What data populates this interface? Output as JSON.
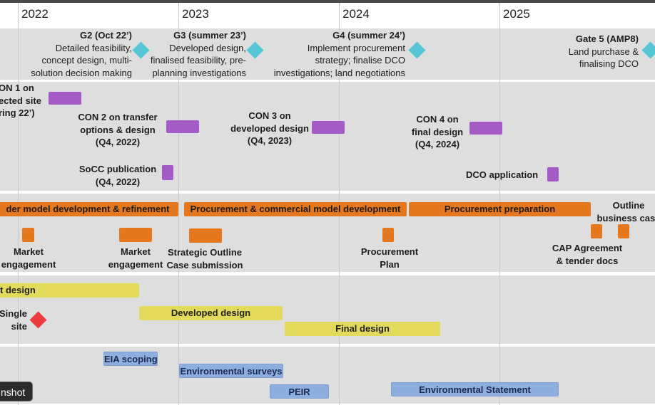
{
  "years": [
    "2022",
    "2023",
    "2024",
    "2025"
  ],
  "gates": [
    {
      "title": "G2 (Oct 22’)",
      "lines": [
        "Detailed feasibility,",
        "concept design, multi-",
        "solution decision making"
      ]
    },
    {
      "title": "G3 (summer 23’)",
      "lines": [
        "Developed design,",
        "finalised feasibility, pre-",
        "planning investigations"
      ]
    },
    {
      "title": "G4 (summer 24’)",
      "lines": [
        "Implement procurement",
        "strategy; finalise DCO",
        "investigations; land negotiations"
      ]
    },
    {
      "title": "Gate 5 (AMP8)",
      "lines": [
        "Land purchase &",
        "finalising DCO"
      ]
    }
  ],
  "consultation": {
    "con1": [
      "ON 1 on",
      "ected site",
      "ring 22’)"
    ],
    "con2": [
      "CON 2 on transfer",
      "options & design",
      "(Q4, 2022)"
    ],
    "con3": [
      "CON 3 on",
      "developed design",
      "(Q4, 2023)"
    ],
    "con4": [
      "CON 4 on",
      "final design",
      "(Q4, 2024)"
    ],
    "socc": [
      "SoCC publication",
      "(Q4, 2022)"
    ],
    "dco": "DCO application"
  },
  "commercial": {
    "bars": [
      "der model development & refinement",
      "Procurement & commercial model development",
      "Procurement preparation"
    ],
    "outline": [
      "Outline",
      "business case"
    ],
    "milestones": {
      "market1": [
        "Market",
        "engagement"
      ],
      "market2": [
        "Market",
        "engagement"
      ],
      "soc": [
        "Strategic Outline",
        "Case submission"
      ],
      "plan": [
        "Procurement",
        "Plan"
      ],
      "cap": [
        "CAP Agreement",
        "& tender docs"
      ]
    }
  },
  "design": {
    "bars": [
      "t design",
      "Developed design",
      "Final design"
    ],
    "single_site": [
      "Single",
      "site"
    ]
  },
  "environment": {
    "bars": [
      "EIA scoping",
      "Environmental surveys",
      "PEIR",
      "Environmental Statement"
    ]
  },
  "tooltip": "nshot",
  "colors": {
    "band": "#dedede",
    "gate_diamond": "#56c6d6",
    "consultation": "#a45bc7",
    "commercial": "#e5781f",
    "design": "#e3d95a",
    "environment": "#8eaee0",
    "single_site_diamond": "#ec3b3f"
  }
}
